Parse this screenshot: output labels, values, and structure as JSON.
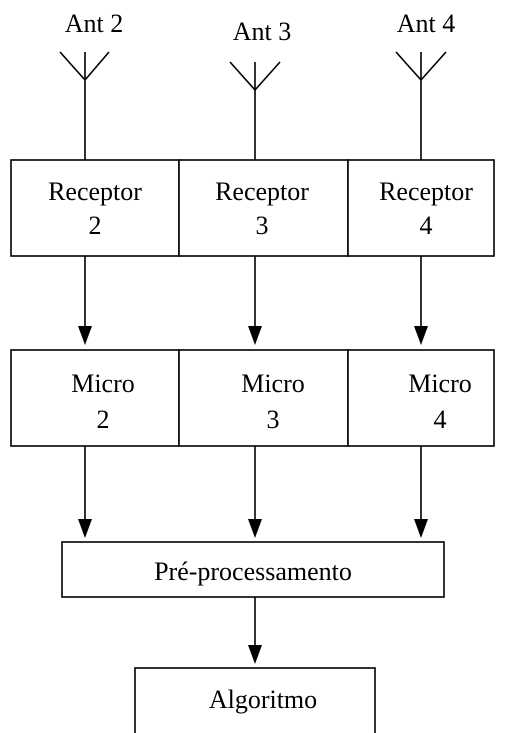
{
  "antennas": [
    {
      "label": "Ant 2"
    },
    {
      "label": "Ant 3"
    },
    {
      "label": "Ant 4"
    }
  ],
  "receivers": [
    {
      "line1": "Receptor",
      "line2": "2"
    },
    {
      "line1": "Receptor",
      "line2": "3"
    },
    {
      "line1": "Receptor",
      "line2": "4"
    }
  ],
  "micros": [
    {
      "line1": "Micro",
      "line2": "2"
    },
    {
      "line1": "Micro",
      "line2": "3"
    },
    {
      "line1": "Micro",
      "line2": "4"
    }
  ],
  "preprocessing": {
    "label": "Pré-processamento"
  },
  "algorithm": {
    "label": "Algoritmo"
  }
}
